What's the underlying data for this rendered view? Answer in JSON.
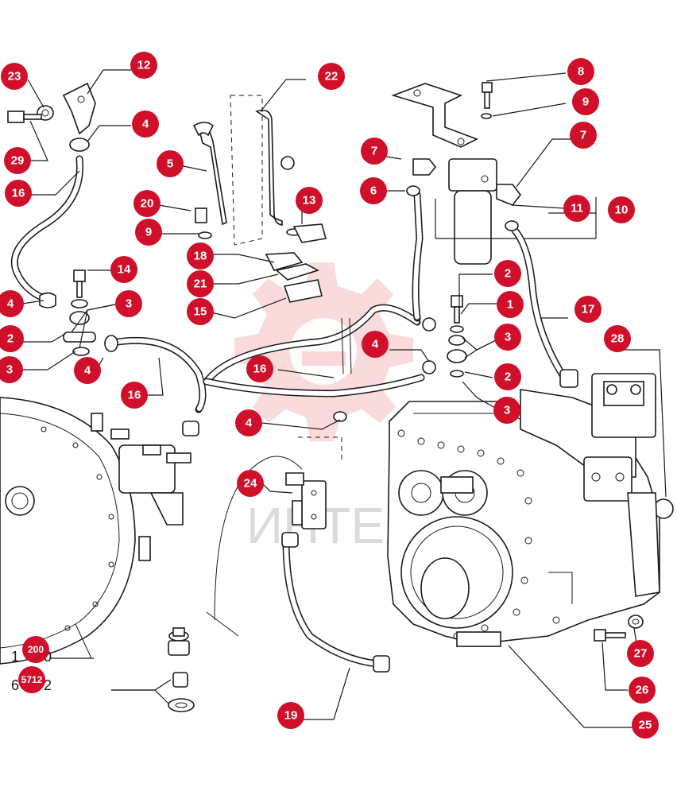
{
  "watermark": {
    "text": "ИНТЕХ",
    "logo": "gear-watermark-logo"
  },
  "callouts": [
    {
      "id": "c23",
      "label": "23"
    },
    {
      "id": "c12",
      "label": "12"
    },
    {
      "id": "c22",
      "label": "22"
    },
    {
      "id": "c8",
      "label": "8"
    },
    {
      "id": "c9a",
      "label": "9"
    },
    {
      "id": "c4a",
      "label": "4"
    },
    {
      "id": "c29",
      "label": "29"
    },
    {
      "id": "c5",
      "label": "5"
    },
    {
      "id": "c7a",
      "label": "7"
    },
    {
      "id": "c7b",
      "label": "7"
    },
    {
      "id": "c16a",
      "label": "16"
    },
    {
      "id": "c6",
      "label": "6"
    },
    {
      "id": "c13",
      "label": "13"
    },
    {
      "id": "c20a",
      "label": "20"
    },
    {
      "id": "c11",
      "label": "11"
    },
    {
      "id": "c10",
      "label": "10"
    },
    {
      "id": "c9b",
      "label": "9"
    },
    {
      "id": "c18",
      "label": "18"
    },
    {
      "id": "c14",
      "label": "14"
    },
    {
      "id": "c2a",
      "label": "2"
    },
    {
      "id": "c21",
      "label": "21"
    },
    {
      "id": "c4b",
      "label": "4"
    },
    {
      "id": "c3a",
      "label": "3"
    },
    {
      "id": "c1",
      "label": "1"
    },
    {
      "id": "c17",
      "label": "17"
    },
    {
      "id": "c15",
      "label": "15"
    },
    {
      "id": "c2b",
      "label": "2"
    },
    {
      "id": "c28",
      "label": "28"
    },
    {
      "id": "c3b",
      "label": "3"
    },
    {
      "id": "c4c",
      "label": "4"
    },
    {
      "id": "c4d",
      "label": "4"
    },
    {
      "id": "c16b",
      "label": "16"
    },
    {
      "id": "c2c",
      "label": "2"
    },
    {
      "id": "c16c",
      "label": "16"
    },
    {
      "id": "c3c",
      "label": "3"
    },
    {
      "id": "c4e",
      "label": "4"
    },
    {
      "id": "c24",
      "label": "24"
    },
    {
      "id": "c200",
      "label": "200"
    },
    {
      "id": "c712",
      "label": "5712"
    },
    {
      "id": "c27",
      "label": "27"
    },
    {
      "id": "c26",
      "label": "26"
    },
    {
      "id": "c19",
      "label": "19"
    },
    {
      "id": "c25",
      "label": "25"
    }
  ],
  "overprint": {
    "left_a": "1",
    "right_a": "0",
    "left_b": "6",
    "right_b": "2"
  }
}
